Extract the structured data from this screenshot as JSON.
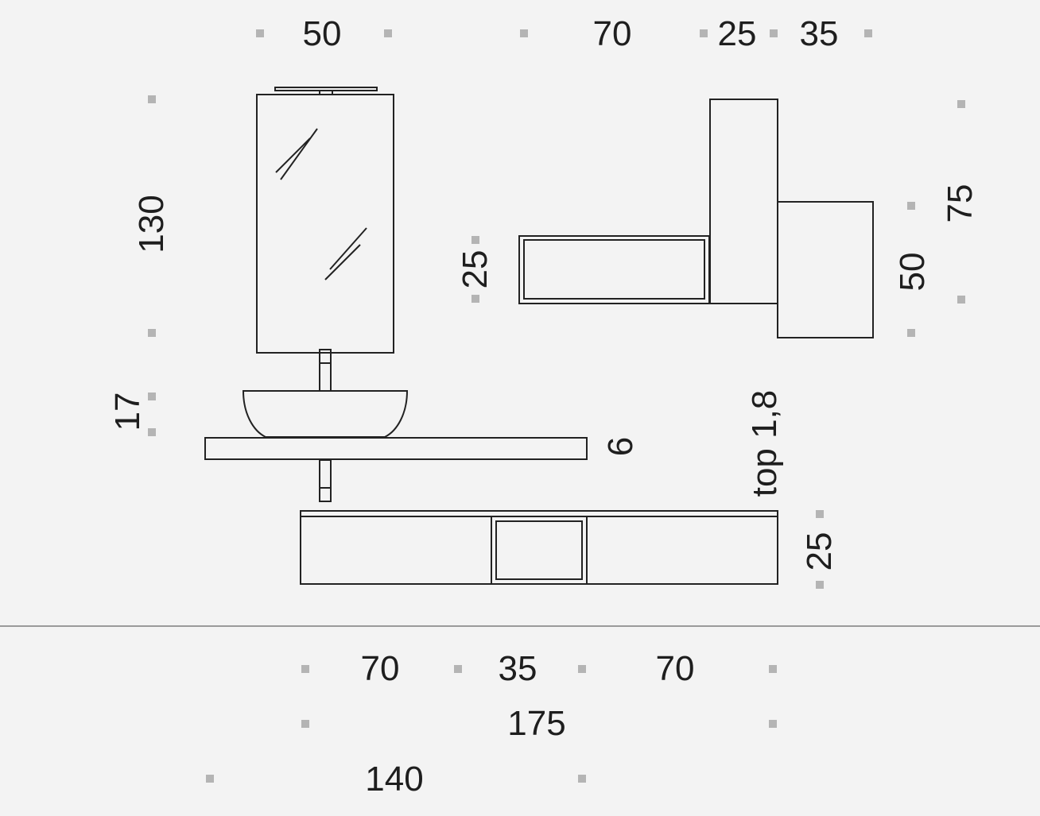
{
  "colors": {
    "background": "#f3f3f3",
    "line": "#222222",
    "marker": "#b4b4b4",
    "text": "#1e1e1e"
  },
  "top_dimensions": {
    "mirror_width": "50",
    "wall_unit_width": "70",
    "tall_unit_width": "25",
    "box_unit_width": "35"
  },
  "side_dimensions": {
    "mirror_height": "130",
    "wall_unit_height": "25",
    "tall_unit_height": "75",
    "box_unit_height": "50",
    "basin_height": "17",
    "shelf_thickness": "6",
    "top_thickness": "top 1,8",
    "base_unit_height": "25"
  },
  "bottom_dimensions": {
    "left_drawer": "70",
    "open_box": "35",
    "right_drawer": "70",
    "base_total": "175",
    "shelf_total": "140"
  }
}
